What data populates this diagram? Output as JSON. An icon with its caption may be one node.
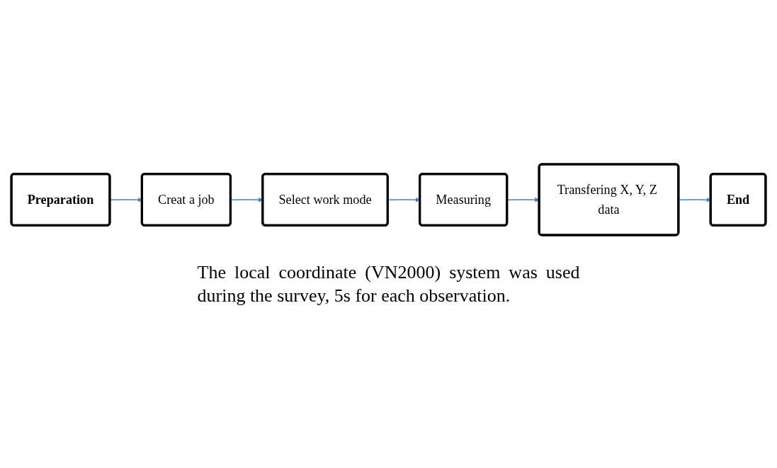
{
  "diagram": {
    "nodes": [
      {
        "text": [
          "Preparation"
        ]
      },
      {
        "text": [
          "Creat a job"
        ]
      },
      {
        "text": [
          "Select work mode"
        ]
      },
      {
        "text": [
          "Measuring"
        ]
      },
      {
        "text": [
          "Transfering X, Y, Z data"
        ]
      },
      {
        "text": [
          "End"
        ]
      }
    ],
    "edges": [
      {
        "from": 0,
        "to": 1,
        "arrow": "to"
      },
      {
        "from": 1,
        "to": 2,
        "arrow": "to"
      },
      {
        "from": 2,
        "to": 3,
        "arrow": "to"
      },
      {
        "from": 3,
        "to": 4,
        "arrow": "to"
      },
      {
        "from": 4,
        "to": 5,
        "arrow": "to"
      }
    ],
    "labels": [
      "The local coordinate (VN2000) system was used during the survey, 5s for each observation."
    ]
  }
}
